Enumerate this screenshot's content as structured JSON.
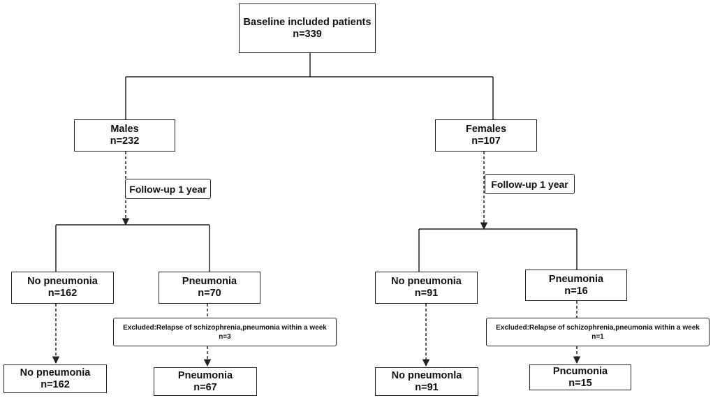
{
  "root": {
    "title": "Baseline included patients",
    "count": "n=339"
  },
  "males": {
    "title": "Males",
    "count": "n=232",
    "followup": "Follow-up 1 year",
    "no_pneumonia": {
      "title": "No pneumonia",
      "count": "n=162"
    },
    "pneumonia": {
      "title": "Pneumonia",
      "count": "n=70"
    },
    "excluded": {
      "text": "Excluded:Relapse of schizophrenia,pneumonia within a week",
      "count": "n=3"
    },
    "final_no_pneumonia": {
      "title": "No pneumonia",
      "count": "n=162"
    },
    "final_pneumonia": {
      "title": "Pneumonia",
      "count": "n=67"
    }
  },
  "females": {
    "title": "Females",
    "count": "n=107",
    "followup": "Follow-up 1 year",
    "no_pneumonia": {
      "title": "No pneumonia",
      "count": "n=91"
    },
    "pneumonia": {
      "title": "Pneumonia",
      "count": "n=16"
    },
    "excluded": {
      "text": "Excluded:Relapse of schizophrenia,pneumonia within a week",
      "count": "n=1"
    },
    "final_no_pneumonia": {
      "title": "No pneumonla",
      "count": "n=91"
    },
    "final_pneumonia": {
      "title": "Pncumonia",
      "count": "n=15"
    }
  }
}
